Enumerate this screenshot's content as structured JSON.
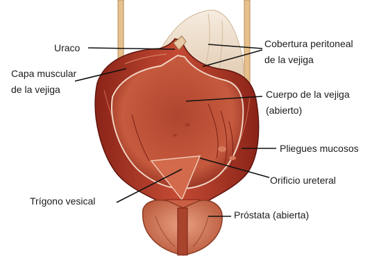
{
  "labels": {
    "uraco": "Uraco",
    "cobertura_line1": "Cobertura peritoneal",
    "cobertura_line2": "de la vejiga",
    "capa_line1": "Capa muscular",
    "capa_line2": "de la vejiga",
    "cuerpo_line1": "Cuerpo de la vejiga",
    "cuerpo_line2": "(abierto)",
    "pliegues": "Pliegues mucosos",
    "orificio": "Orificio ureteral",
    "trigono": "Trígono vesical",
    "prostata": "Próstata (abierta)"
  },
  "colors": {
    "muscle": "#b5392a",
    "muscle_dark": "#7e1f16",
    "interior": "#c24a33",
    "interior_dark": "#8c2a1c",
    "peritoneum": "#efe1cf",
    "ureter": "#e6c08d",
    "prostate": "#d98a66"
  }
}
